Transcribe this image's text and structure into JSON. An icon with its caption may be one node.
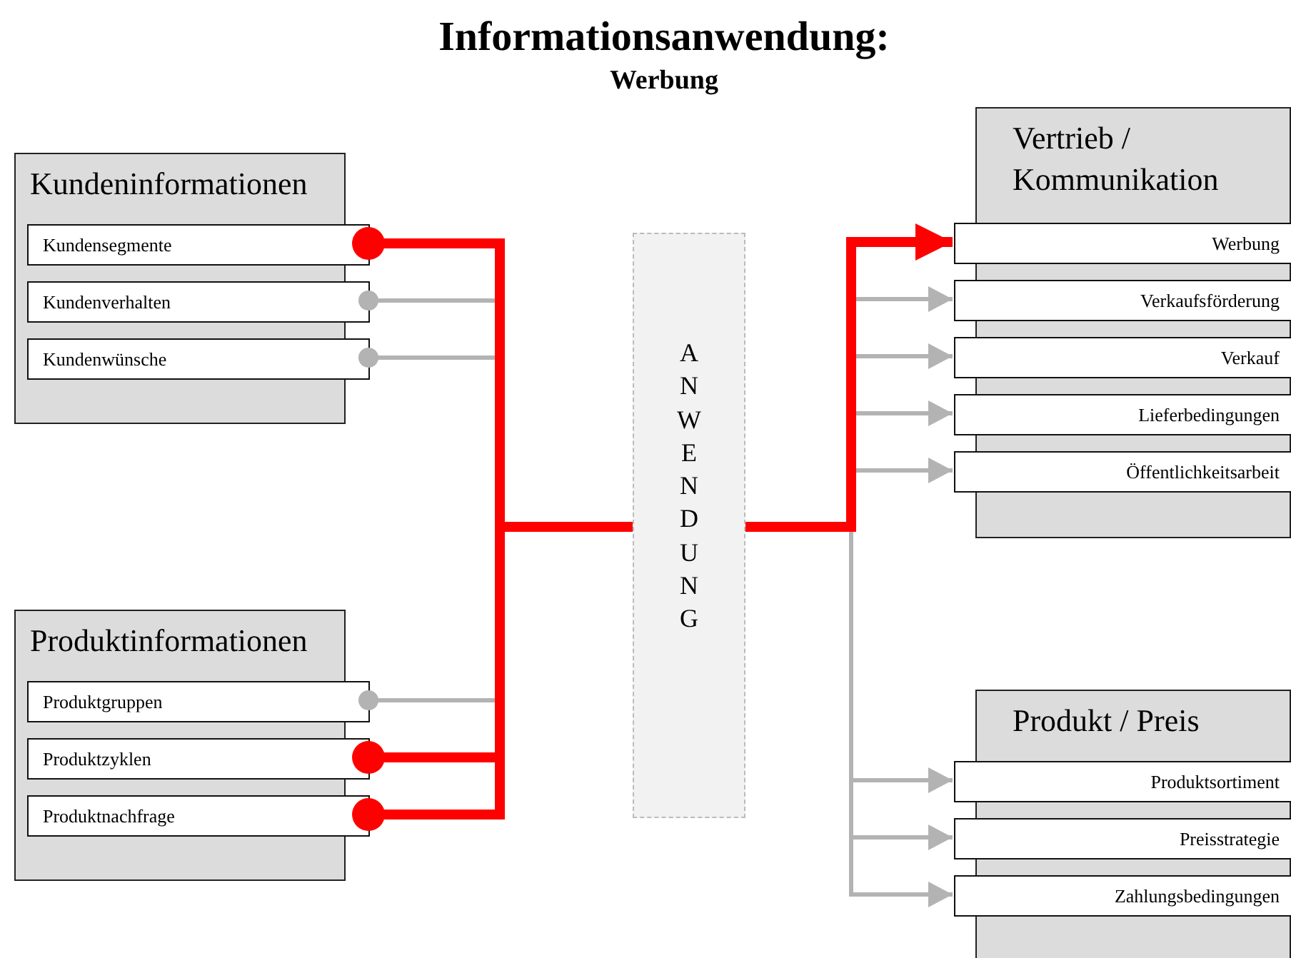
{
  "diagram": {
    "title": "Informationsanwendung:",
    "nodes": [
      {
        "text": [
          "Kundeninformationen"
        ]
      },
      {
        "text": [
          "Kundensegmente"
        ],
        "in": 0
      },
      {
        "text": [
          "Kundenverhalten"
        ],
        "in": 0
      },
      {
        "text": [
          "Kundenwünsche"
        ],
        "in": 0
      },
      {
        "text": [
          "Produktinformationen"
        ]
      },
      {
        "text": [
          "Produktgruppen"
        ],
        "in": 4
      },
      {
        "text": [
          "Produktzyklen"
        ],
        "in": 4
      },
      {
        "text": [
          "Produktnachfrage"
        ],
        "in": 4
      },
      {
        "text": [
          "ANWENDUNG"
        ]
      },
      {
        "text": [
          "Vertrieb / Kommunikation"
        ]
      },
      {
        "text": [
          "Werbung"
        ],
        "in": 9
      },
      {
        "text": [
          "Verkaufsförderung"
        ],
        "in": 9
      },
      {
        "text": [
          "Verkauf"
        ],
        "in": 9
      },
      {
        "text": [
          "Lieferbedingungen"
        ],
        "in": 9
      },
      {
        "text": [
          "Öffentlichkeitsarbeit"
        ],
        "in": 9
      },
      {
        "text": [
          "Produkt / Preis"
        ]
      },
      {
        "text": [
          "Produktsortiment"
        ],
        "in": 15
      },
      {
        "text": [
          "Preisstrategie"
        ],
        "in": 15
      },
      {
        "text": [
          "Zahlungsbedingungen"
        ],
        "in": 15
      }
    ],
    "edges": [
      {
        "from": 1,
        "to": 8,
        "arrow": "other",
        "style": "thick",
        "color": "#ff0000"
      },
      {
        "from": 2,
        "to": 8,
        "arrow": "other"
      },
      {
        "from": 3,
        "to": 8,
        "arrow": "other"
      },
      {
        "from": 5,
        "to": 8,
        "arrow": "other"
      },
      {
        "from": 6,
        "to": 8,
        "arrow": "other",
        "style": "thick",
        "color": "#ff0000"
      },
      {
        "from": 7,
        "to": 8,
        "arrow": "other",
        "style": "thick",
        "color": "#ff0000"
      },
      {
        "from": 8,
        "to": 10,
        "arrow": "to",
        "style": "thick",
        "color": "#ff0000"
      },
      {
        "from": 8,
        "to": 11,
        "arrow": "to"
      },
      {
        "from": 8,
        "to": 12,
        "arrow": "to"
      },
      {
        "from": 8,
        "to": 13,
        "arrow": "to"
      },
      {
        "from": 8,
        "to": 14,
        "arrow": "to"
      },
      {
        "from": 8,
        "to": 16,
        "arrow": "to"
      },
      {
        "from": 8,
        "to": 17,
        "arrow": "to"
      },
      {
        "from": 8,
        "to": 18,
        "arrow": "to"
      }
    ],
    "labels": [
      "Werbung"
    ]
  }
}
